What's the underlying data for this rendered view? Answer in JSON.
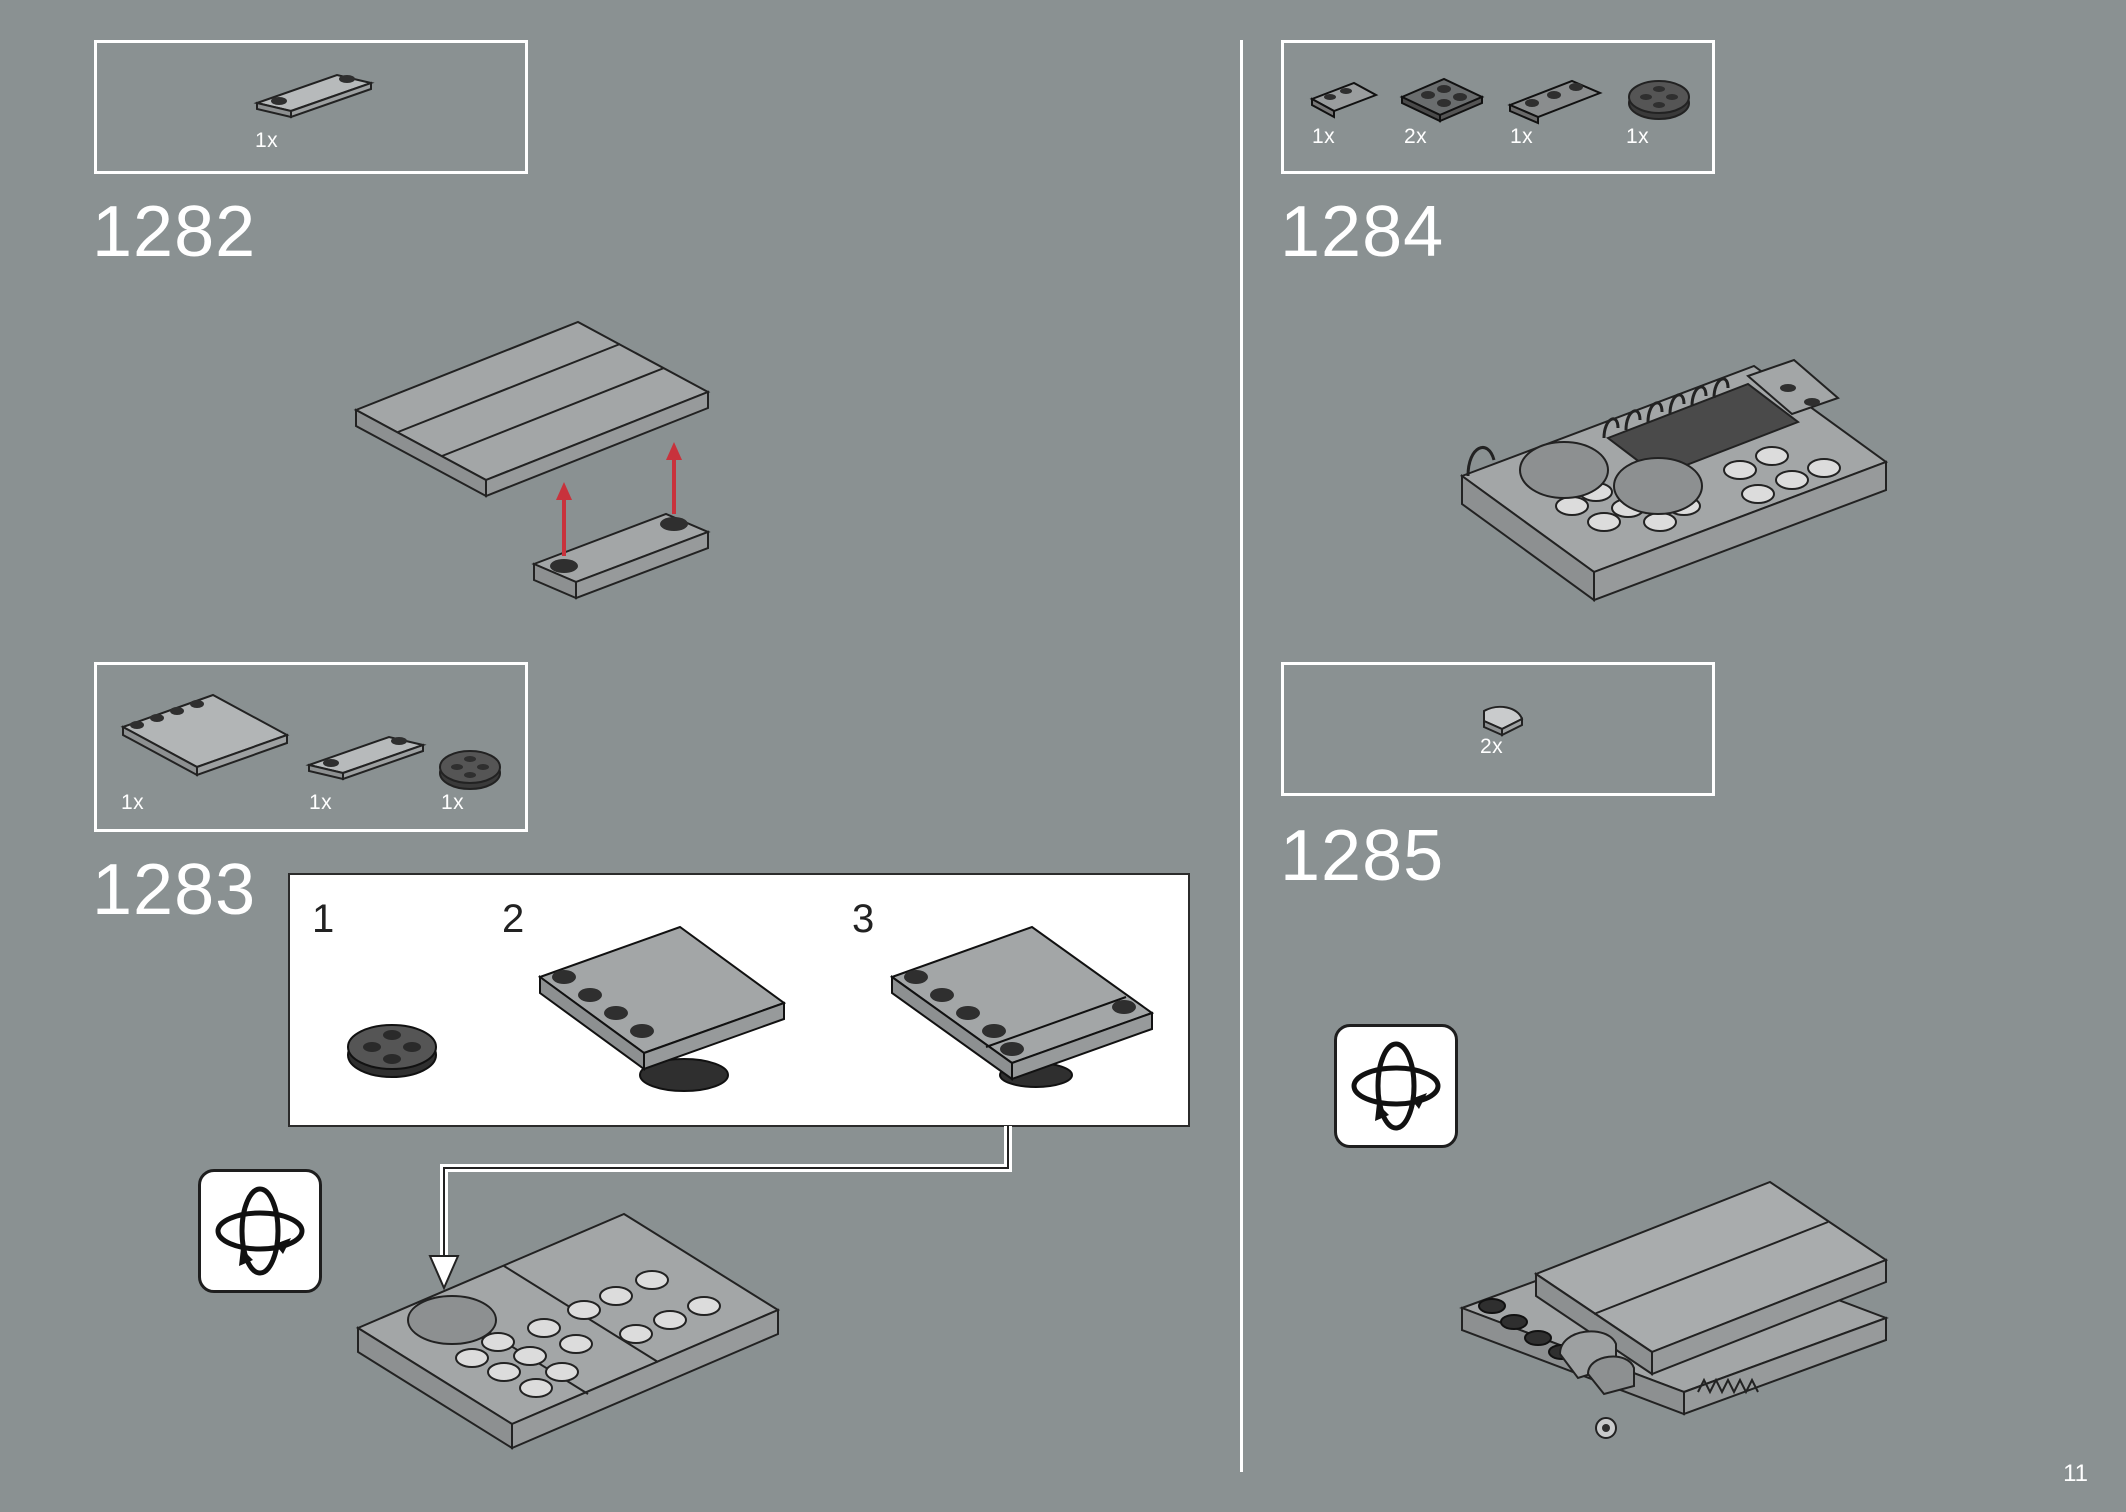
{
  "steps": [
    {
      "number": "1282",
      "parts": [
        {
          "qty": "1x",
          "icon": "plate-1x4-with-2-studs"
        }
      ]
    },
    {
      "number": "1283",
      "parts": [
        {
          "qty": "1x",
          "icon": "tile-4x4-with-studs"
        },
        {
          "qty": "1x",
          "icon": "plate-1x4-with-2-studs"
        },
        {
          "qty": "1x",
          "icon": "round-plate-2x2"
        }
      ],
      "substeps": [
        "1",
        "2",
        "3"
      ]
    },
    {
      "number": "1284",
      "parts": [
        {
          "qty": "1x",
          "icon": "clip-plate"
        },
        {
          "qty": "2x",
          "icon": "plate-2x2"
        },
        {
          "qty": "1x",
          "icon": "plate-1x3"
        },
        {
          "qty": "1x",
          "icon": "round-plate-2x2"
        }
      ]
    },
    {
      "number": "1285",
      "parts": [
        {
          "qty": "2x",
          "icon": "round-tile-quarter"
        }
      ]
    }
  ],
  "page_number": "11",
  "colors": {
    "background": "#8a9192",
    "arrow_red": "#c8323c",
    "part_gray": "#a3a6a7",
    "stud_dark": "#2f2f2f"
  }
}
